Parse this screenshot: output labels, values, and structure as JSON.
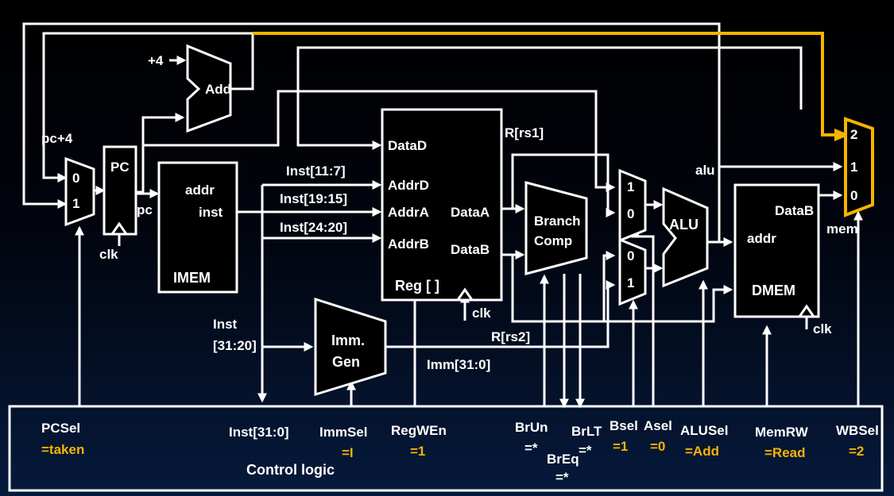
{
  "colors": {
    "background": "#000000",
    "wire": "#ffffff",
    "highlight": "#f4b400"
  },
  "blocks": {
    "add": "Add",
    "plus4": "+4",
    "pc": "PC",
    "pc_clk": "clk",
    "imem": "IMEM",
    "imem_addr": "addr",
    "imem_inst": "inst",
    "regfile": "Reg [ ]",
    "reg_clk": "clk",
    "datad": "DataD",
    "addrd": "AddrD",
    "addra": "AddrA",
    "addrb": "AddrB",
    "dataa": "DataA",
    "datab": "DataB",
    "branch_l1": "Branch",
    "branch_l2": "Comp",
    "alu": "ALU",
    "immgen_l1": "Imm.",
    "immgen_l2": "Gen",
    "dmem": "DMEM",
    "dmem_addr": "addr",
    "dmem_datab": "DataB",
    "dmem_clk": "clk",
    "wbmux_2": "2",
    "wbmux_1": "1",
    "wbmux_0": "0",
    "pcmux_0": "0",
    "pcmux_1": "1",
    "amux_1": "1",
    "amux_0": "0",
    "bmux_0": "0",
    "bmux_1": "1"
  },
  "signals": {
    "pc_plus4": "pc+4",
    "pc": "pc",
    "inst_11_7": "Inst[11:7]",
    "inst_19_15": "Inst[19:15]",
    "inst_24_20": "Inst[24:20]",
    "inst_31_20_l1": "Inst",
    "inst_31_20_l2": "[31:20]",
    "r_rs1": "R[rs1]",
    "r_rs2": "R[rs2]",
    "imm": "Imm[31:0]",
    "alu": "alu",
    "mem": "mem"
  },
  "control": {
    "title": "Control logic",
    "pcsel": {
      "name": "PCSel",
      "value": "=taken"
    },
    "inst": {
      "name": "Inst[31:0]"
    },
    "immsel": {
      "name": "ImmSel",
      "value": "=I"
    },
    "regwen": {
      "name": "RegWEn",
      "value": "=1"
    },
    "brun": {
      "name": "BrUn",
      "value": "=*"
    },
    "brlt": {
      "name": "BrLT",
      "value": "=*"
    },
    "breq": {
      "name": "BrEq",
      "value": "=*"
    },
    "bsel": {
      "name": "Bsel",
      "value": "=1"
    },
    "asel": {
      "name": "Asel",
      "value": "=0"
    },
    "alusel": {
      "name": "ALUSel",
      "value": "=Add"
    },
    "memrw": {
      "name": "MemRW",
      "value": "=Read"
    },
    "wbsel": {
      "name": "WBSel",
      "value": "=2"
    }
  }
}
